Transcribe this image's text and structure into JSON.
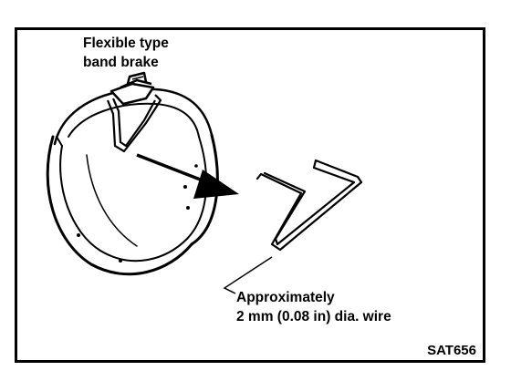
{
  "labels": {
    "brake_line1": "Flexible type",
    "brake_line2": "band brake",
    "wire_line1": "Approximately",
    "wire_line2": "2 mm (0.08 in) dia. wire",
    "figure_code": "SAT656"
  }
}
